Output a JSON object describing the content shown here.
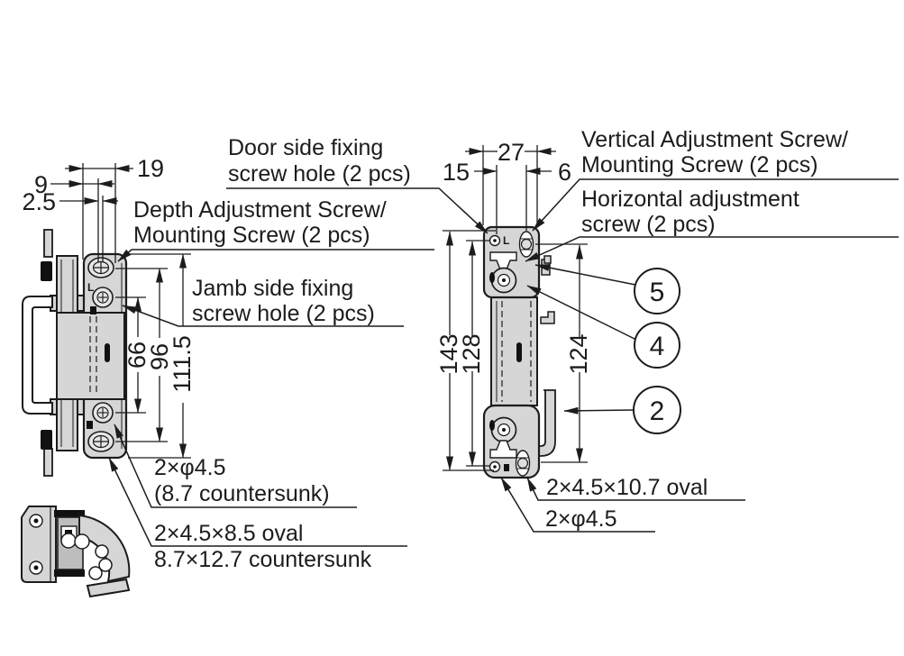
{
  "drawing_labels": {
    "door_side_1": "Door side fixing",
    "door_side_2": "screw hole (2 pcs)",
    "depth_1": "Depth Adjustment Screw/",
    "depth_2": "Mounting Screw (2 pcs)",
    "jamb_1": "Jamb side fixing",
    "jamb_2": "screw hole (2 pcs)",
    "left_hole_1a": "2×φ4.5",
    "left_hole_1b": "(8.7 countersunk)",
    "left_hole_2a": "2×4.5×8.5 oval",
    "left_hole_2b": "8.7×12.7 countersunk",
    "vertical_1": "Vertical Adjustment Screw/",
    "vertical_2": "Mounting Screw (2 pcs)",
    "horizontal_1": "Horizontal adjustment",
    "horizontal_2": "screw (2 pcs)",
    "right_hole_1": "2×4.5×10.7 oval",
    "right_hole_2": "2×φ4.5"
  },
  "dimensions": {
    "w19": "19",
    "w9": "9",
    "w2_5": "2.5",
    "h66": "66",
    "h96": "96",
    "h111_5": "111.5",
    "w27": "27",
    "w15": "15",
    "w6": "6",
    "h143": "143",
    "h128": "128",
    "h124": "124"
  },
  "callouts": {
    "part5": "5",
    "part4": "4",
    "part2": "2"
  },
  "marks": {
    "left_plate": "L",
    "right_plate": "L"
  },
  "colors": {
    "line": "#1c1c1c",
    "metal": "#d6d6d6",
    "metal_light": "#e6e6e6",
    "background": "#ffffff"
  }
}
